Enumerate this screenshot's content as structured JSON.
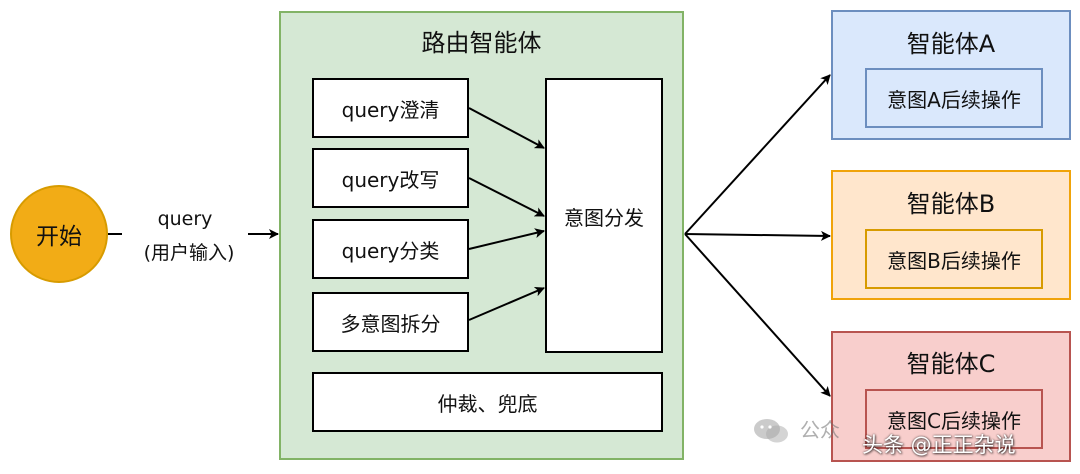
{
  "start": {
    "label": "开始"
  },
  "input": {
    "line1": "query",
    "line2": "(用户输入)"
  },
  "router": {
    "title": "路由智能体",
    "steps": [
      "query澄清",
      "query改写",
      "query分类",
      "多意图拆分"
    ],
    "dispatch": "意图分发",
    "arbitrate": "仲裁、兜底"
  },
  "agents": [
    {
      "title": "智能体A",
      "action": "意图A后续操作"
    },
    {
      "title": "智能体B",
      "action": "意图B后续操作"
    },
    {
      "title": "智能体C",
      "action": "意图C后续操作"
    }
  ],
  "watermark": {
    "public": "公众",
    "toutiao": "头条 @正正杂说"
  },
  "colors": {
    "start_fill": "#f2ac16",
    "router_fill": "#d5e8d4",
    "router_border": "#82b366",
    "agent_a_fill": "#dae8fc",
    "agent_b_fill": "#ffe6cc",
    "agent_c_fill": "#f8cecc"
  }
}
